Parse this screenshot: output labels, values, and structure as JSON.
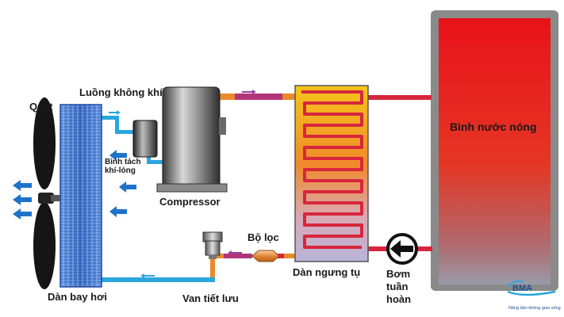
{
  "labels": {
    "fan": "Quạt",
    "airflow": "Luồng không khí",
    "separator": "Bình tách khí-lỏng",
    "compressor": "Compressor",
    "filter": "Bộ lọc",
    "evaporator": "Dàn bay hơi",
    "expansion_valve": "Van tiết lưu",
    "condenser": "Dàn ngưng tụ",
    "pump": "Bơm tuần hoàn",
    "tank": "Bình nước nóng"
  },
  "logo": {
    "brand": "BMA",
    "tagline": "Nâng tầm không gian sống"
  },
  "colors": {
    "hot_pipe": "#d7263d",
    "mixed_pipe": "#b0357a",
    "cold_pipe": "#2aa6dc",
    "copper": "#e88a2a",
    "arrow_purple": "#9b3fa0",
    "arrow_blue": "#1e73c8",
    "tank_frame": "#8a8a8a"
  }
}
